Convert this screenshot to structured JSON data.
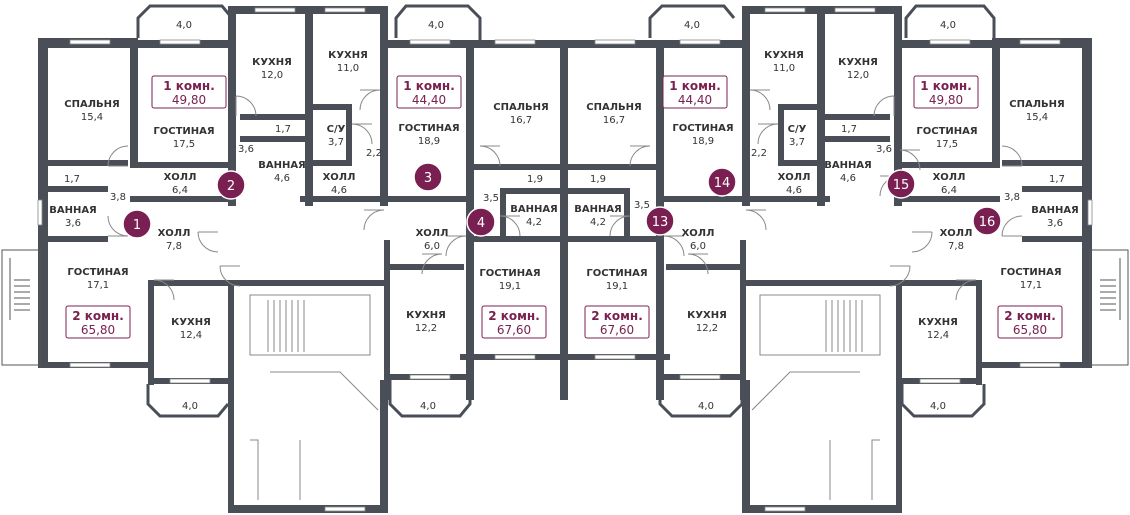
{
  "rooms": [
    {
      "id": "bal-1",
      "name": "",
      "area": "4,0"
    },
    {
      "id": "bal-2",
      "name": "",
      "area": "4,0"
    },
    {
      "id": "bal-3",
      "name": "",
      "area": "4,0"
    },
    {
      "id": "bal-4",
      "name": "",
      "area": "4,0"
    },
    {
      "id": "bal-5",
      "name": "",
      "area": "4,0"
    },
    {
      "id": "bal-6",
      "name": "",
      "area": "4,0"
    },
    {
      "id": "bal-7",
      "name": "",
      "area": "4,0"
    },
    {
      "id": "bal-8",
      "name": "",
      "area": "4,0"
    },
    {
      "id": "a1-bedroom",
      "name": "СПАЛЬНЯ",
      "area": "15,4"
    },
    {
      "id": "a1-hall-small",
      "name": "",
      "area": "1,7"
    },
    {
      "id": "a1-hall-val",
      "name": "",
      "area": "3,8"
    },
    {
      "id": "a1-bath",
      "name": "ВАННАЯ",
      "area": "3,6"
    },
    {
      "id": "a1-hall",
      "name": "ХОЛЛ",
      "area": "7,8"
    },
    {
      "id": "a1-living",
      "name": "ГОСТИНАЯ",
      "area": "17,1"
    },
    {
      "id": "a1-kitchen",
      "name": "КУХНЯ",
      "area": "12,4"
    },
    {
      "id": "a2-living",
      "name": "ГОСТИНАЯ",
      "area": "17,5"
    },
    {
      "id": "a2-hall",
      "name": "ХОЛЛ",
      "area": "6,4"
    },
    {
      "id": "a2-kitchen",
      "name": "КУХНЯ",
      "area": "12,0"
    },
    {
      "id": "a2-small",
      "name": "",
      "area": "1,7"
    },
    {
      "id": "a2-v36",
      "name": "",
      "area": "3,6"
    },
    {
      "id": "a2-bath",
      "name": "ВАННАЯ",
      "area": "4,6"
    },
    {
      "id": "a3-kitchen",
      "name": "КУХНЯ",
      "area": "11,0"
    },
    {
      "id": "a3-wc",
      "name": "С/У",
      "area": "3,7"
    },
    {
      "id": "a3-v22",
      "name": "",
      "area": "2,2"
    },
    {
      "id": "a3-hall",
      "name": "ХОЛЛ",
      "area": "4,6"
    },
    {
      "id": "a3-living",
      "name": "ГОСТИНАЯ",
      "area": "18,9"
    },
    {
      "id": "a4-bedroom",
      "name": "СПАЛЬНЯ",
      "area": "16,7"
    },
    {
      "id": "a4-small",
      "name": "",
      "area": "1,9"
    },
    {
      "id": "a4-v35",
      "name": "",
      "area": "3,5"
    },
    {
      "id": "a4-bath",
      "name": "ВАННАЯ",
      "area": "4,2"
    },
    {
      "id": "a4-hall",
      "name": "ХОЛЛ",
      "area": "6,0"
    },
    {
      "id": "a4-living",
      "name": "ГОСТИНАЯ",
      "area": "19,1"
    },
    {
      "id": "a4-kitchen",
      "name": "КУХНЯ",
      "area": "12,2"
    },
    {
      "id": "a13-bedroom",
      "name": "СПАЛЬНЯ",
      "area": "16,7"
    },
    {
      "id": "a13-small",
      "name": "",
      "area": "1,9"
    },
    {
      "id": "a13-bath",
      "name": "ВАННАЯ",
      "area": "4,2"
    },
    {
      "id": "a13-v35",
      "name": "",
      "area": "3,5"
    },
    {
      "id": "a13-hall",
      "name": "ХОЛЛ",
      "area": "6,0"
    },
    {
      "id": "a13-living",
      "name": "ГОСТИНАЯ",
      "area": "19,1"
    },
    {
      "id": "a13-kitchen",
      "name": "КУХНЯ",
      "area": "12,2"
    },
    {
      "id": "a14-living",
      "name": "ГОСТИНАЯ",
      "area": "18,9"
    },
    {
      "id": "a14-kitchen",
      "name": "КУХНЯ",
      "area": "11,0"
    },
    {
      "id": "a14-wc",
      "name": "С/У",
      "area": "3,7"
    },
    {
      "id": "a14-v22",
      "name": "",
      "area": "2,2"
    },
    {
      "id": "a14-hall",
      "name": "ХОЛЛ",
      "area": "4,6"
    },
    {
      "id": "a15-kitchen",
      "name": "КУХНЯ",
      "area": "12,0"
    },
    {
      "id": "a15-small",
      "name": "",
      "area": "1,7"
    },
    {
      "id": "a15-bath",
      "name": "ВАННАЯ",
      "area": "4,6"
    },
    {
      "id": "a15-v36",
      "name": "",
      "area": "3,6"
    },
    {
      "id": "a15-living",
      "name": "ГОСТИНАЯ",
      "area": "17,5"
    },
    {
      "id": "a15-hall",
      "name": "ХОЛЛ",
      "area": "6,4"
    },
    {
      "id": "a16-bedroom",
      "name": "СПАЛЬНЯ",
      "area": "15,4"
    },
    {
      "id": "a16-small",
      "name": "",
      "area": "1,7"
    },
    {
      "id": "a16-v38",
      "name": "",
      "area": "3,8"
    },
    {
      "id": "a16-bath",
      "name": "ВАННАЯ",
      "area": "3,6"
    },
    {
      "id": "a16-hall",
      "name": "ХОЛЛ",
      "area": "7,8"
    },
    {
      "id": "a16-living",
      "name": "ГОСТИНАЯ",
      "area": "17,1"
    },
    {
      "id": "a16-kitchen",
      "name": "КУХНЯ",
      "area": "12,4"
    }
  ],
  "badges": [
    {
      "id": "b1",
      "title": "1 комн.",
      "value": "49,80"
    },
    {
      "id": "b2",
      "title": "1 комн.",
      "value": "44,40"
    },
    {
      "id": "b3",
      "title": "1 комн.",
      "value": "44,40"
    },
    {
      "id": "b4",
      "title": "1 комн.",
      "value": "49,80"
    },
    {
      "id": "b5",
      "title": "2 комн.",
      "value": "65,80"
    },
    {
      "id": "b6",
      "title": "2 комн.",
      "value": "67,60"
    },
    {
      "id": "b7",
      "title": "2 комн.",
      "value": "67,60"
    },
    {
      "id": "b8",
      "title": "2 комн.",
      "value": "65,80"
    }
  ],
  "apartment_numbers": [
    "1",
    "2",
    "3",
    "4",
    "13",
    "14",
    "15",
    "16"
  ],
  "colors": {
    "wall": "#4a4f57",
    "accent": "#7a1f52",
    "text": "#333333"
  }
}
